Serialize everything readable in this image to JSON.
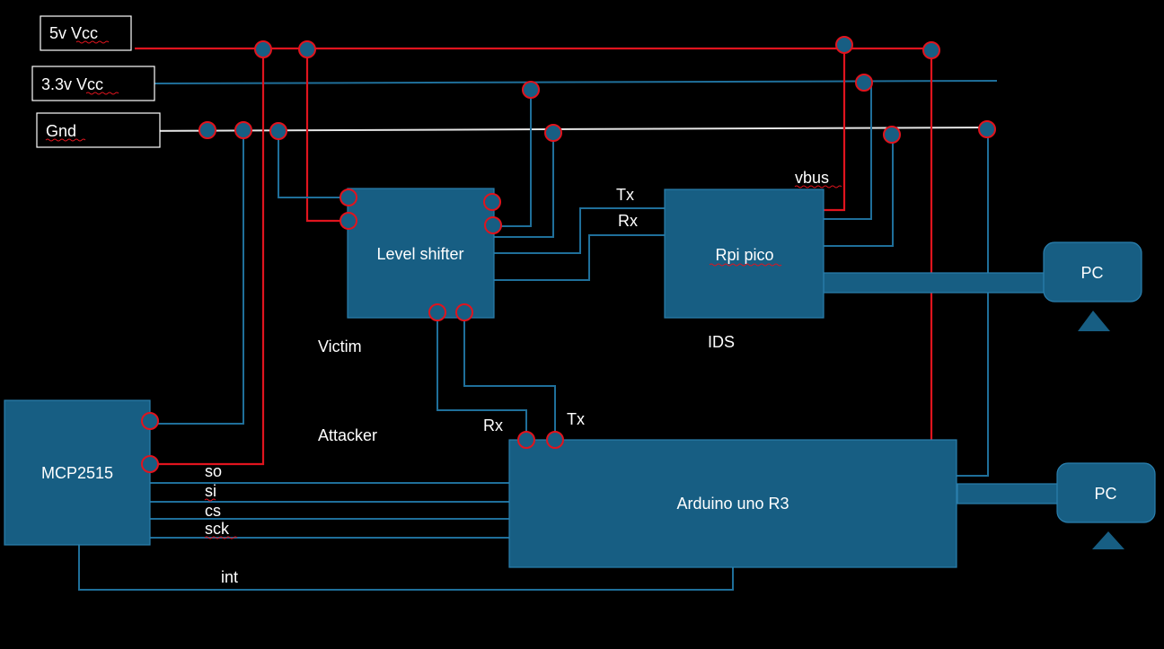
{
  "rails": {
    "vcc5": "5v Vcc",
    "vcc33": "3.3v Vcc",
    "gnd": "Gnd"
  },
  "blocks": {
    "level_shifter": "Level shifter",
    "rpi_pico": "Rpi pico",
    "mcp2515": "MCP2515",
    "arduino": "Arduino uno R3",
    "pc_top": "PC",
    "pc_bottom": "PC"
  },
  "labels": {
    "tx_top": "Tx",
    "rx_top": "Rx",
    "vbus": "vbus",
    "victim": "Victim",
    "ids": "IDS",
    "attacker": "Attacker",
    "rx_bottom": "Rx",
    "tx_bottom": "Tx",
    "spi": [
      "so",
      "si",
      "cs",
      "sck"
    ],
    "int": "int"
  },
  "colors": {
    "power": "#e0141e",
    "signal": "#1f6f9a",
    "ground": "#e6e6e6",
    "block_fill": "#175e83"
  }
}
